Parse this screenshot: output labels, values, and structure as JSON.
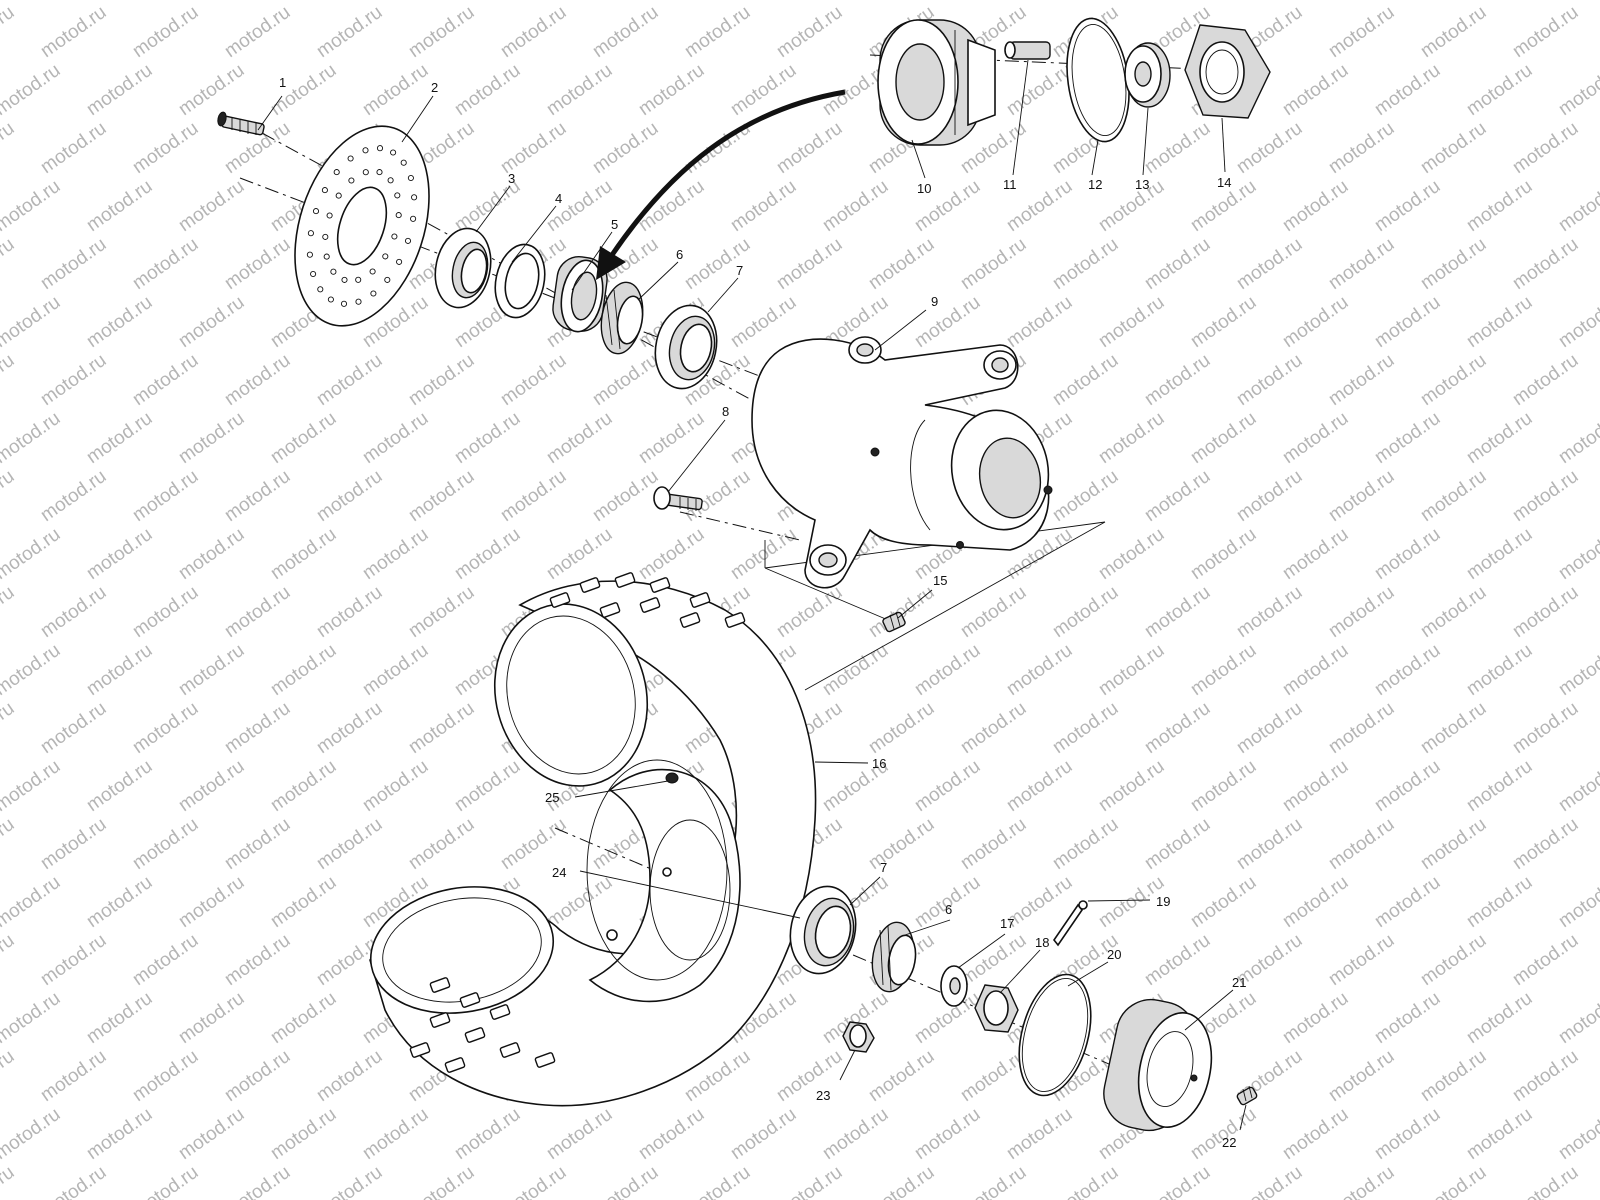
{
  "watermark": "motod.ru",
  "callouts": [
    {
      "id": "c1",
      "label": "1"
    },
    {
      "id": "c2",
      "label": "2"
    },
    {
      "id": "c3",
      "label": "3"
    },
    {
      "id": "c4",
      "label": "4"
    },
    {
      "id": "c5",
      "label": "5"
    },
    {
      "id": "c6a",
      "label": "6"
    },
    {
      "id": "c7a",
      "label": "7"
    },
    {
      "id": "c8",
      "label": "8"
    },
    {
      "id": "c9",
      "label": "9"
    },
    {
      "id": "c10",
      "label": "10"
    },
    {
      "id": "c11",
      "label": "11"
    },
    {
      "id": "c12",
      "label": "12"
    },
    {
      "id": "c13",
      "label": "13"
    },
    {
      "id": "c14",
      "label": "14"
    },
    {
      "id": "c15",
      "label": "15"
    },
    {
      "id": "c16",
      "label": "16"
    },
    {
      "id": "c25",
      "label": "25"
    },
    {
      "id": "c24",
      "label": "24"
    },
    {
      "id": "c7b",
      "label": "7"
    },
    {
      "id": "c6b",
      "label": "6"
    },
    {
      "id": "c17",
      "label": "17"
    },
    {
      "id": "c18",
      "label": "18"
    },
    {
      "id": "c19",
      "label": "19"
    },
    {
      "id": "c20",
      "label": "20"
    },
    {
      "id": "c21",
      "label": "21"
    },
    {
      "id": "c22",
      "label": "22"
    },
    {
      "id": "c23",
      "label": "23"
    }
  ]
}
